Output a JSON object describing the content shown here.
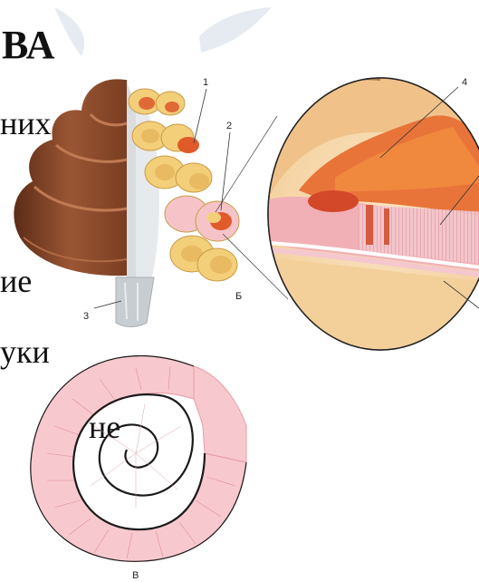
{
  "background_text": {
    "title": "ВА",
    "line1": "них",
    "line2": "ие",
    "line3": "уки",
    "line4": "не"
  },
  "labels": {
    "l1": "1",
    "l2": "2",
    "l3": "3",
    "l4": "4",
    "panelB": "Б",
    "panelV": "В"
  },
  "colors": {
    "cochlea_brown": "#8a4a2c",
    "duct_yellow": "#f3cf7a",
    "duct_red": "#e05a2a",
    "membrane_pink": "#f2b4be",
    "spiral_outline": "#1a1a1a"
  },
  "icons": [
    "cochlea-illustration",
    "magnified-organ-of-corti",
    "spiral-basilar-membrane"
  ]
}
